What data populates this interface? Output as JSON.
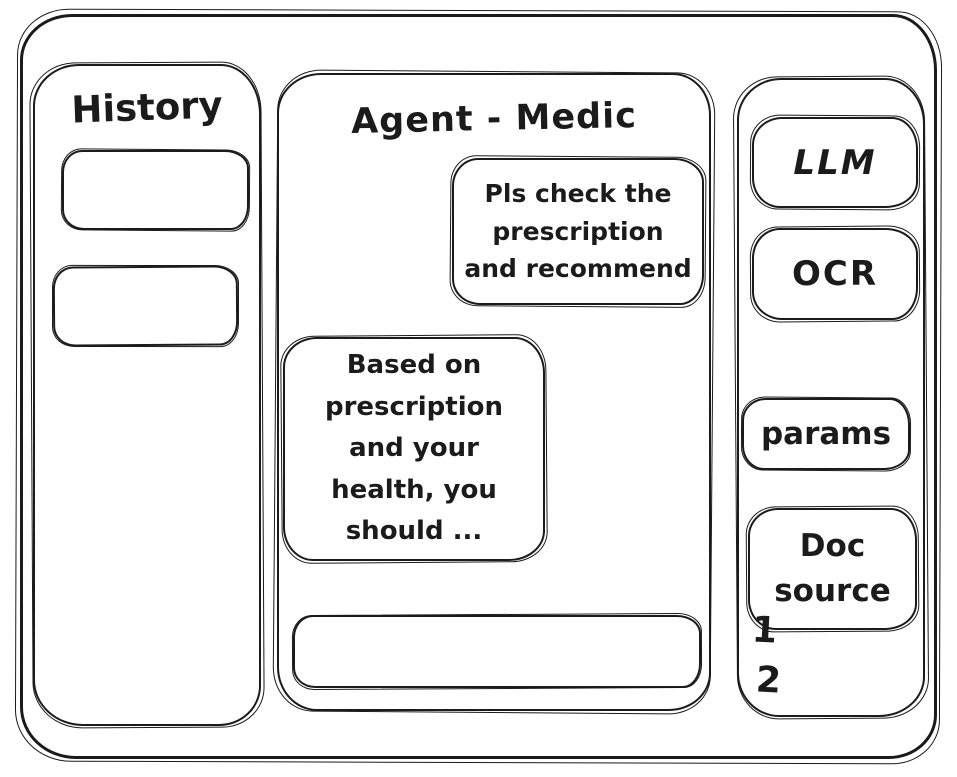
{
  "theme": {
    "ink": "#1b1b1b",
    "background": "#ffffff"
  },
  "history_panel": {
    "title": "History",
    "items": [
      {
        "label": ""
      },
      {
        "label": ""
      }
    ]
  },
  "chat": {
    "title": "Agent - Medic",
    "messages": [
      {
        "role": "user",
        "text": "Pls check the prescription and recommend"
      },
      {
        "role": "assistant",
        "text": "Based on prescription and your health, you should ..."
      }
    ],
    "input": {
      "value": "",
      "placeholder": ""
    }
  },
  "tools_panel": {
    "buttons": [
      {
        "id": "llm",
        "label": "LLM"
      },
      {
        "id": "ocr",
        "label": "OCR"
      },
      {
        "id": "params",
        "label": "params"
      },
      {
        "id": "doc-source",
        "label": "Doc source"
      }
    ],
    "step_labels": [
      "1",
      "2"
    ]
  }
}
